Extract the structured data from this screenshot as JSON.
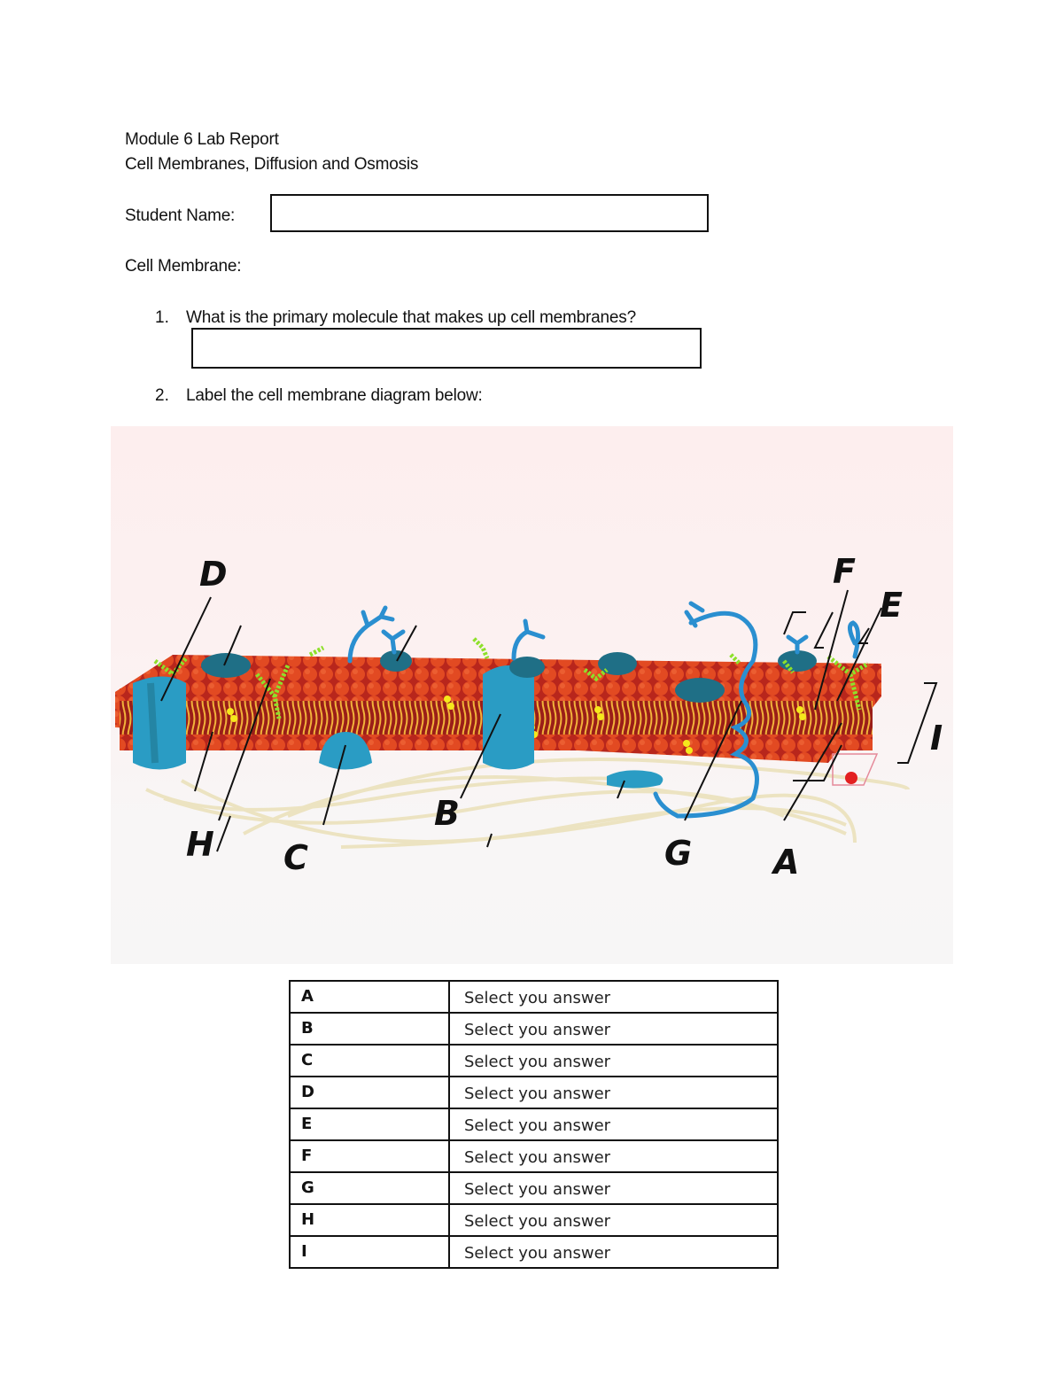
{
  "header": {
    "title": "Module 6 Lab Report",
    "subtitle": "Cell Membranes, Diffusion and Osmosis"
  },
  "student": {
    "label": "Student Name:",
    "value": ""
  },
  "section": {
    "title": "Cell Membrane:"
  },
  "questions": [
    {
      "number": "1.",
      "text": "What is the primary molecule that makes up cell membranes?",
      "answer": ""
    },
    {
      "number": "2.",
      "text": "Label the cell membrane diagram below:"
    }
  ],
  "diagram": {
    "labels": [
      "A",
      "B",
      "C",
      "D",
      "E",
      "F",
      "G",
      "H",
      "I"
    ],
    "colors": {
      "background": "#fdeeee",
      "phospholipid_head": "#f05a28",
      "membrane_dark": "#a8201a",
      "protein": "#2a9cc4",
      "protein_dark": "#1f6f86",
      "glycan": "#7ed321",
      "cholesterol": "#f5e81c",
      "filament": "#eee6c4"
    }
  },
  "answer_table": {
    "rows": [
      {
        "letter": "A",
        "answer": "Select you answer"
      },
      {
        "letter": "B",
        "answer": "Select you answer"
      },
      {
        "letter": "C",
        "answer": "Select you answer"
      },
      {
        "letter": "D",
        "answer": "Select you answer"
      },
      {
        "letter": "E",
        "answer": "Select you answer"
      },
      {
        "letter": "F",
        "answer": "Select you answer"
      },
      {
        "letter": "G",
        "answer": "Select you answer"
      },
      {
        "letter": "H",
        "answer": "Select you answer"
      },
      {
        "letter": "I",
        "answer": "Select you answer"
      }
    ]
  }
}
